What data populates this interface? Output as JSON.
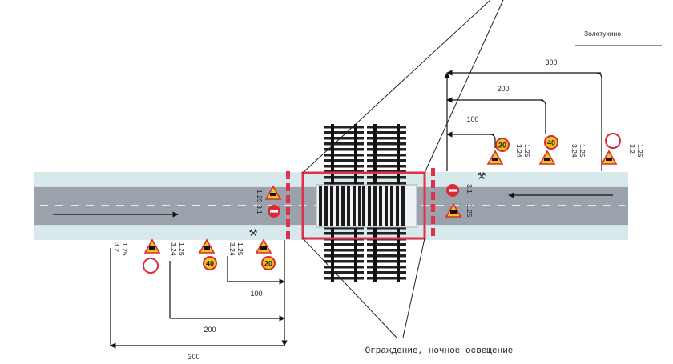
{
  "place_name": "Золотухино",
  "caption": "Ограждение, ночное освещение",
  "dimensions": {
    "d100": "100",
    "d200": "200",
    "d300": "300"
  },
  "sign_codes": {
    "left_signal": "1.25",
    "left_stop": "3.1",
    "left_a_code1": "3.24",
    "left_a_code2": "1.25",
    "left_b_code1": "3.24",
    "left_b_code2": "1.25",
    "left_c_code1": "3.2",
    "left_c_code2": "1.25",
    "right_stop": "3.1",
    "right_signal": "1.25",
    "right_a_code1": "3.24",
    "right_a_code2": "1.25",
    "right_b_code1": "3.24",
    "right_b_code2": "1.25",
    "right_c_code1": "3.2",
    "right_c_code2": "1.25"
  },
  "speed_limits": {
    "near": "20",
    "far": "40"
  },
  "colors": {
    "road": "#9aa3ab",
    "road_shoulder": "#d7e9ea",
    "barrier": "#e0304a",
    "sign_yellow": "#f3c21b",
    "sign_red": "#d92b36",
    "rail": "#222222"
  }
}
